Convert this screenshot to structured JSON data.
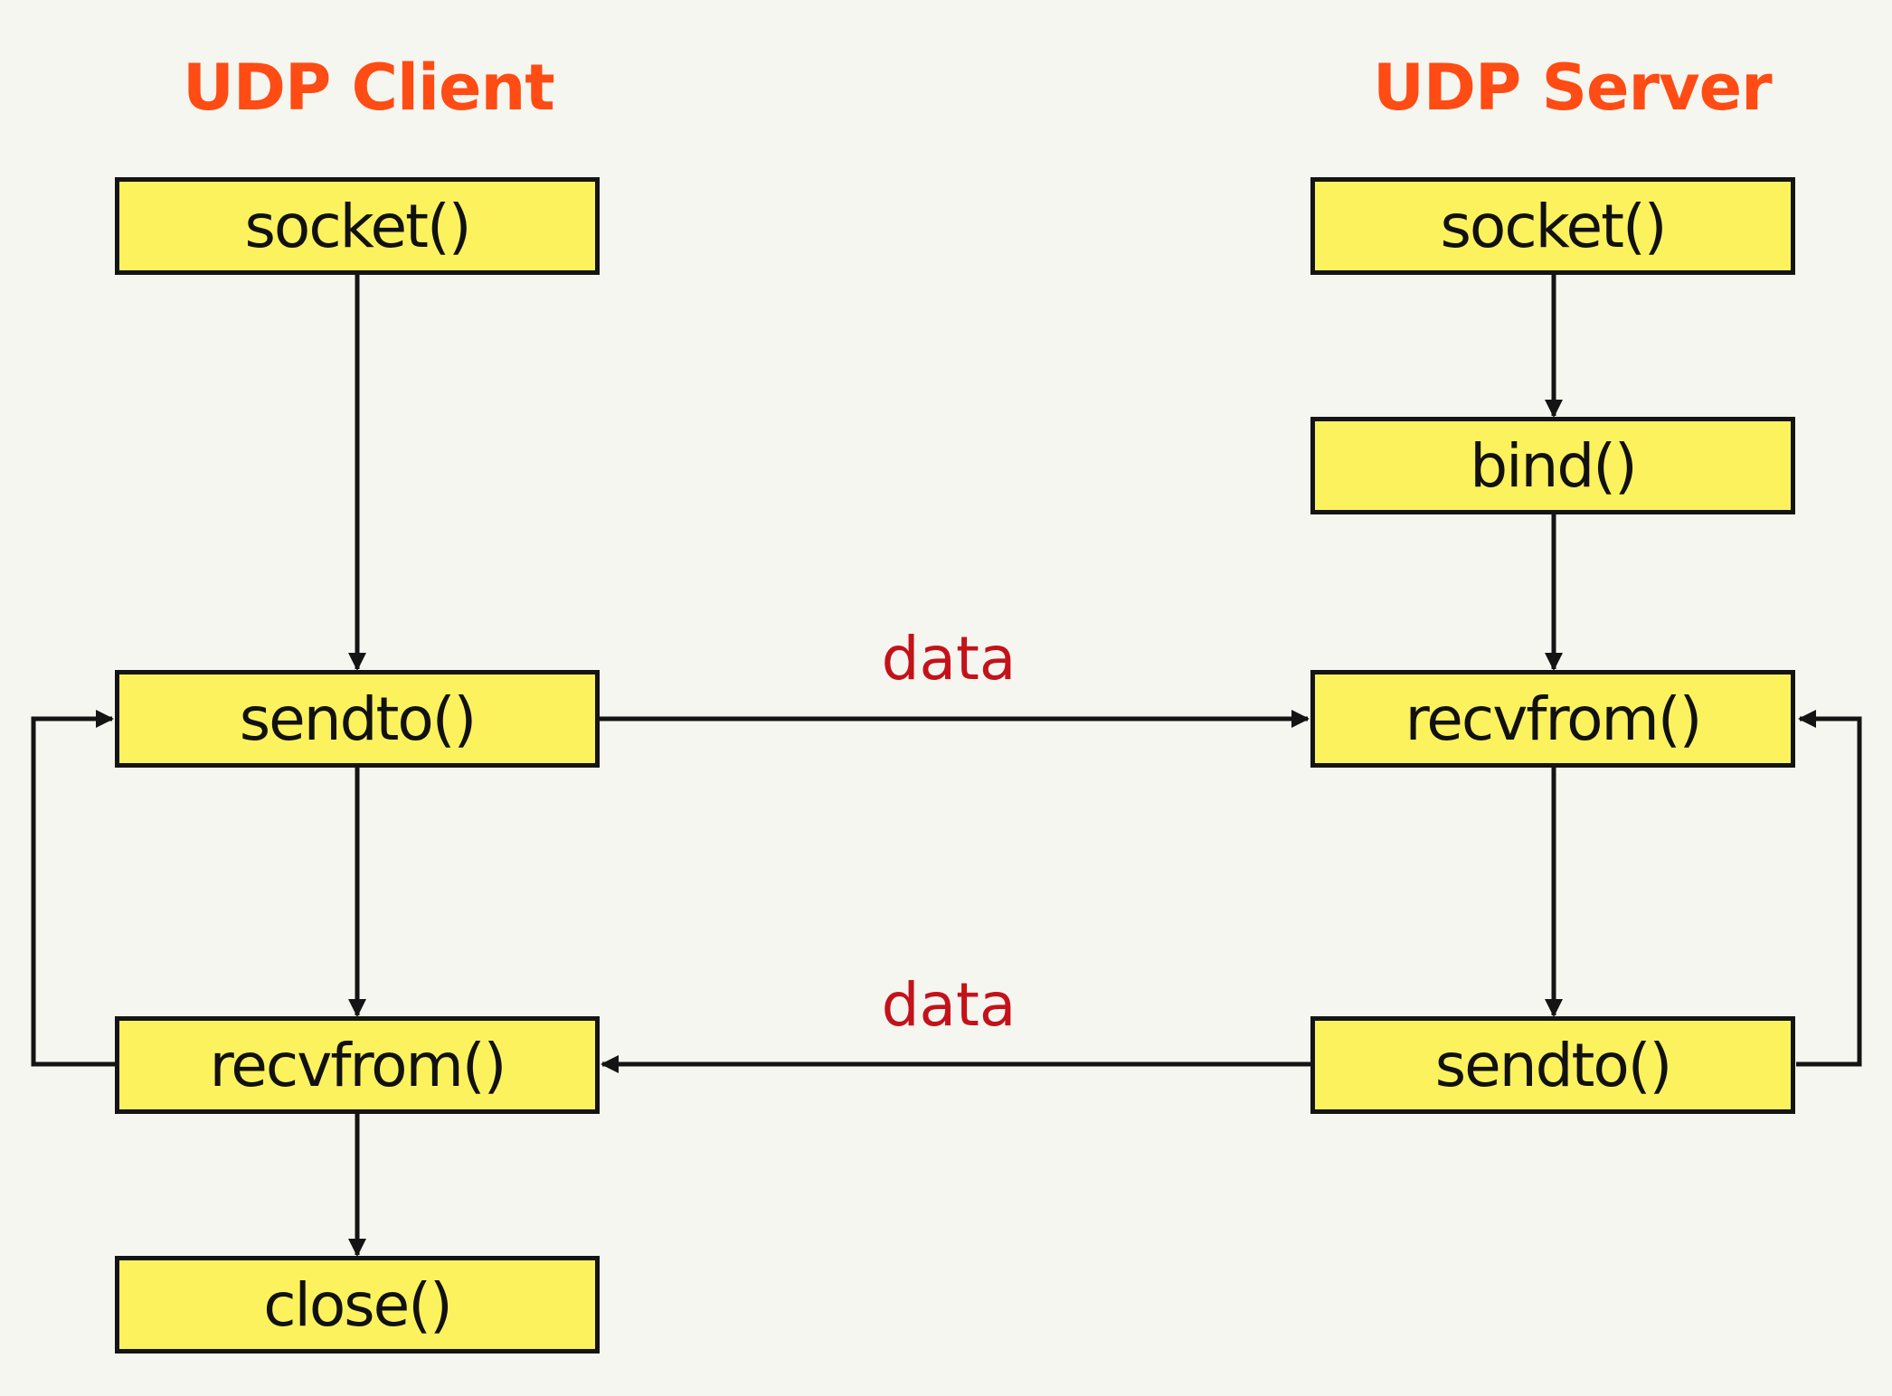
{
  "titles": {
    "client": "UDP Client",
    "server": "UDP Server"
  },
  "client": {
    "socket": "socket()",
    "sendto": "sendto()",
    "recvfrom": "recvfrom()",
    "close": "close()"
  },
  "server": {
    "socket": "socket()",
    "bind": "bind()",
    "recvfrom": "recvfrom()",
    "sendto": "sendto()"
  },
  "flows": {
    "request": "data",
    "reply": "data"
  },
  "colors": {
    "title": "#ff4b14",
    "box_fill": "#fbf25e",
    "box_border": "#141414",
    "data_label": "#c4121a",
    "background": "#f6f6f0"
  }
}
